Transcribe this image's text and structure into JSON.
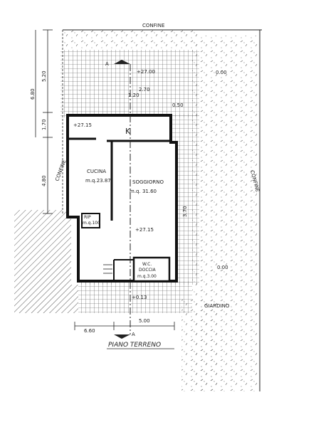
{
  "labels": {
    "confine_top": "CONFINE",
    "confine_left": "CONFINE",
    "confine_right": "CONFINE",
    "cucina_name": "CUCINA",
    "cucina_area": "m.q.23.87",
    "soggiorno_name": "SOGGIORNO",
    "soggiorno_area": "m.q. 31.60",
    "rip_name": "RIP",
    "rip_sub": "m.q.100",
    "wc_name": "W.C.",
    "wc_sub": "DOCCIA",
    "wc_area": "m.q.3.00",
    "giardino": "GIARDINO",
    "title": "PIANO TERRENO",
    "k_mark": "K",
    "section_a_top": "A",
    "section_a_bottom": "A"
  },
  "elevations": {
    "top": "+27.00",
    "cucina": "+27.15",
    "soggiorno": "+27.15",
    "outside": "+0.13",
    "right_top": "0.00",
    "right_mid": "0.00"
  },
  "dimensions": {
    "left_total": "6.80",
    "left_upper": "5.20",
    "left_mid": "1.70",
    "left_lower": "4.80",
    "top_1": "2.70",
    "top_2": "1.20",
    "top_3": "0.50",
    "bottom_left": "6.60",
    "bottom_right": "5.00",
    "right_side": "3.70"
  }
}
